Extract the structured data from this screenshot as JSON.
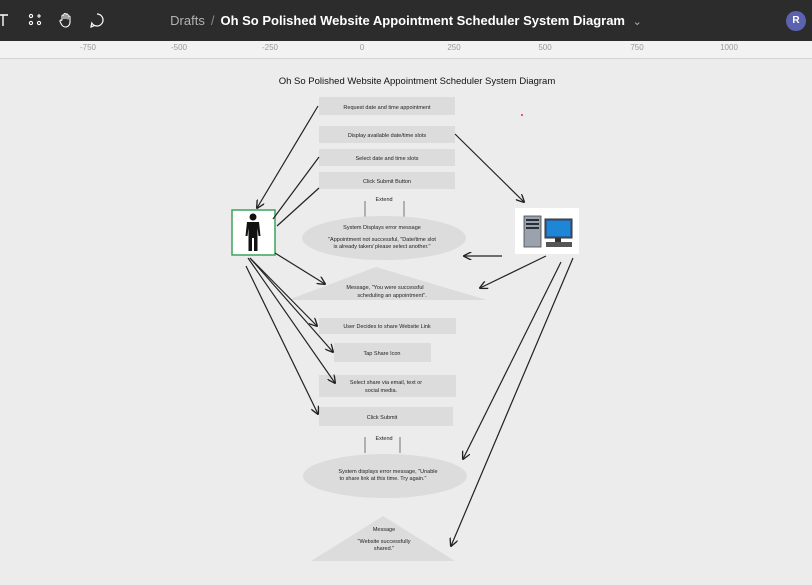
{
  "toolbar": {
    "breadcrumb": "Drafts",
    "separator": "/",
    "title": "Oh So Polished Website Appointment Scheduler System Diagram",
    "chevron": "⌄",
    "avatar_initial": "R",
    "icons": [
      "text-tool-icon",
      "components-icon",
      "hand-tool-icon",
      "comment-icon"
    ]
  },
  "ruler": {
    "ticks": [
      "-750",
      "-500",
      "-250",
      "0",
      "250",
      "500",
      "750",
      "1000"
    ]
  },
  "diagram": {
    "title": "Oh So Polished Website Appointment Scheduler System Diagram",
    "boxes": [
      "Request date and time appointment",
      "Display available date/time slots",
      "Select date and time slots",
      "Click Submit Button",
      "User Decides to share Website Link",
      "Tap Share Icon",
      "Select share via email, text or",
      "social media.",
      "Click Submit"
    ],
    "extend_labels": [
      "Extend",
      "Extend"
    ],
    "ellipse1": {
      "line1": "System Displays error message",
      "line2": "\"Appointment not successful,  \"Date/time slot",
      "line3": "is already taken/ please select another.\""
    },
    "triangle1": {
      "line1": "Message, \"You were successful",
      "line2": "scheduling an appointment\"."
    },
    "ellipse2": {
      "line1": "System displays error message, \"Unable",
      "line2": "to share link at this time.  Try again.\""
    },
    "triangle2": {
      "line1": "Message",
      "line2": "\"Website successfully",
      "line3": "shared.\""
    },
    "actor_icon": "person-icon",
    "system_icon": "computer-icon"
  },
  "colors": {
    "topbar": "#2c2c2c",
    "box_fill": "#dcdcdc",
    "actor_border": "#3aa35a",
    "avatar": "#5b63b0"
  }
}
